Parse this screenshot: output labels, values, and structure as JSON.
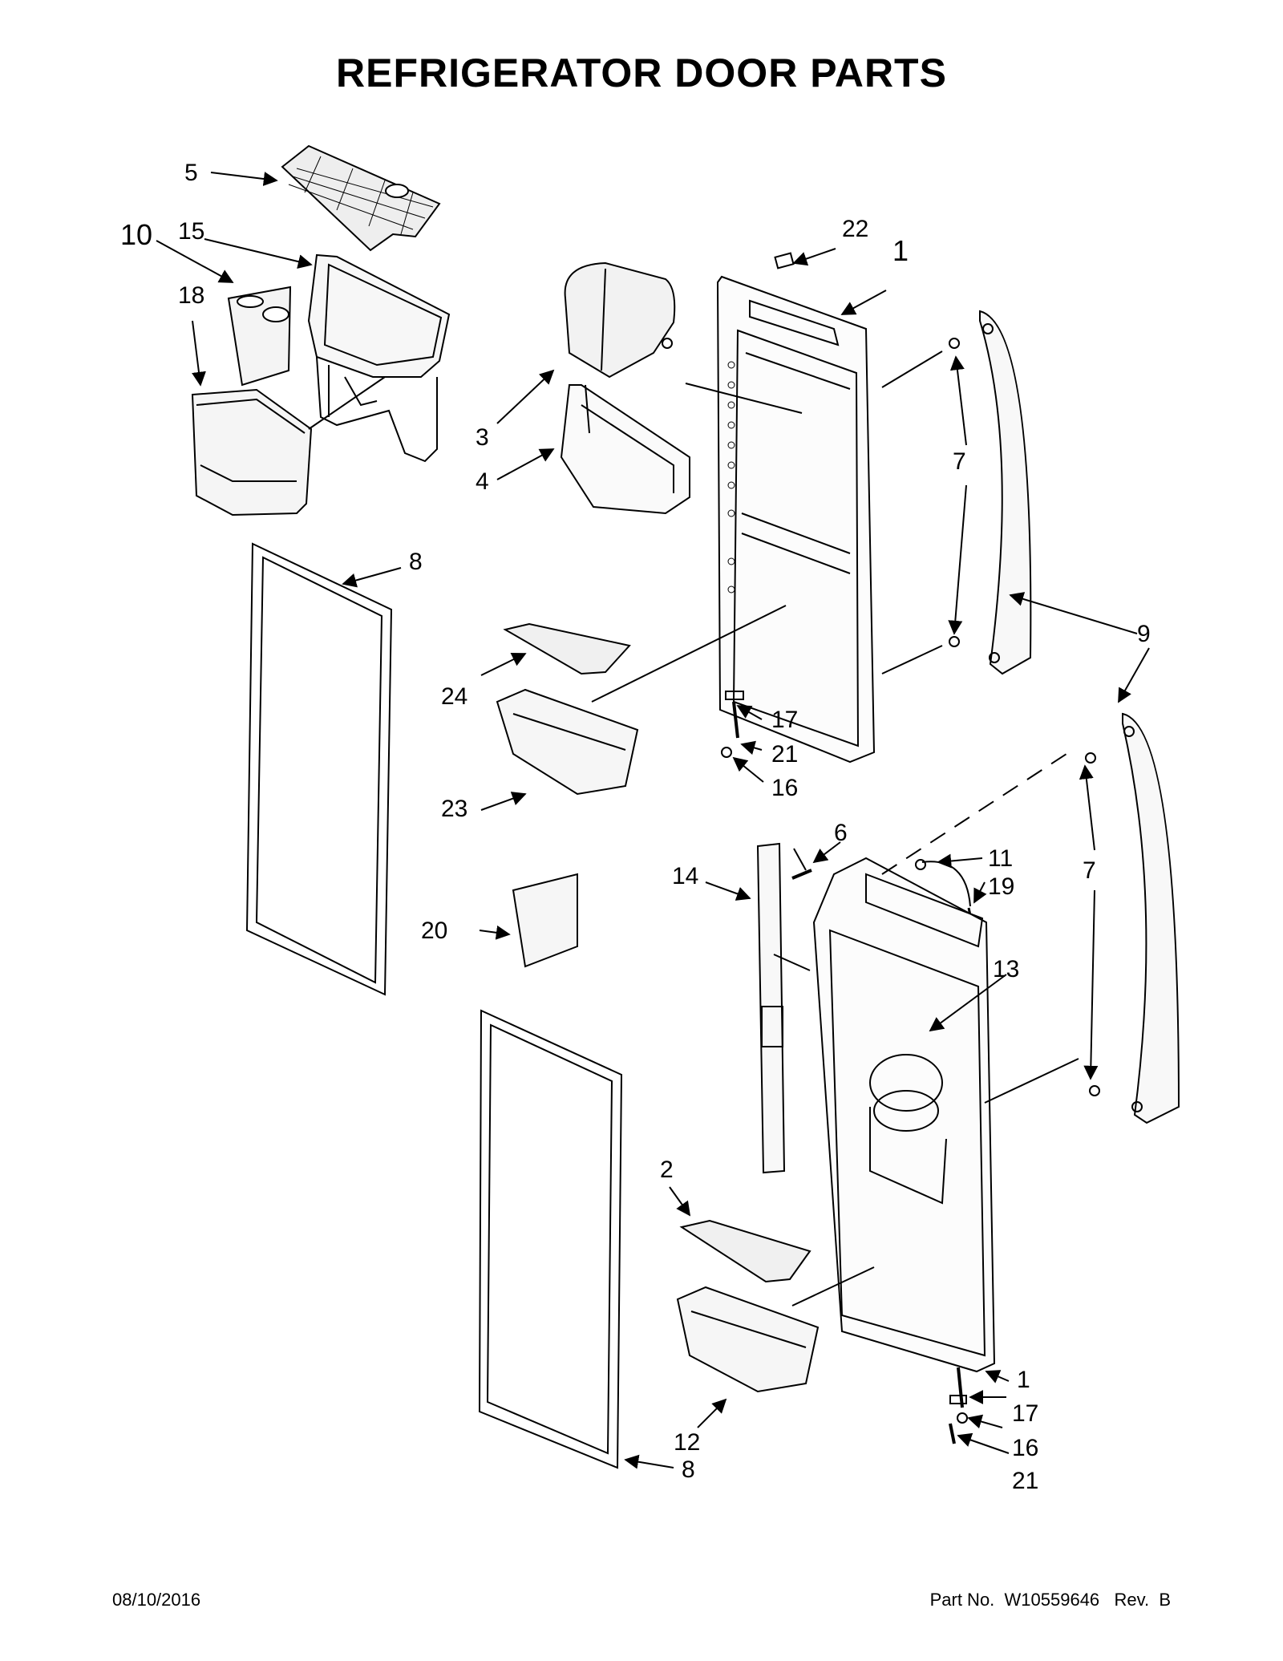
{
  "title": "REFRIGERATOR DOOR PARTS",
  "callouts": {
    "c1": "1",
    "c1b": "1",
    "c2": "2",
    "c3": "3",
    "c4": "4",
    "c5": "5",
    "c6": "6",
    "c7": "7",
    "c7b": "7",
    "c8": "8",
    "c8b": "8",
    "c9": "9",
    "c10": "10",
    "c11": "11",
    "c12": "12",
    "c13": "13",
    "c14": "14",
    "c15": "15",
    "c16": "16",
    "c16b": "16",
    "c17": "17",
    "c17b": "17",
    "c18": "18",
    "c19": "19",
    "c20": "20",
    "c21": "21",
    "c21b": "21",
    "c22": "22",
    "c23": "23",
    "c24": "24"
  },
  "footer": {
    "date": "08/10/2016",
    "part": "Part No.  W10559646   Rev.  B"
  }
}
